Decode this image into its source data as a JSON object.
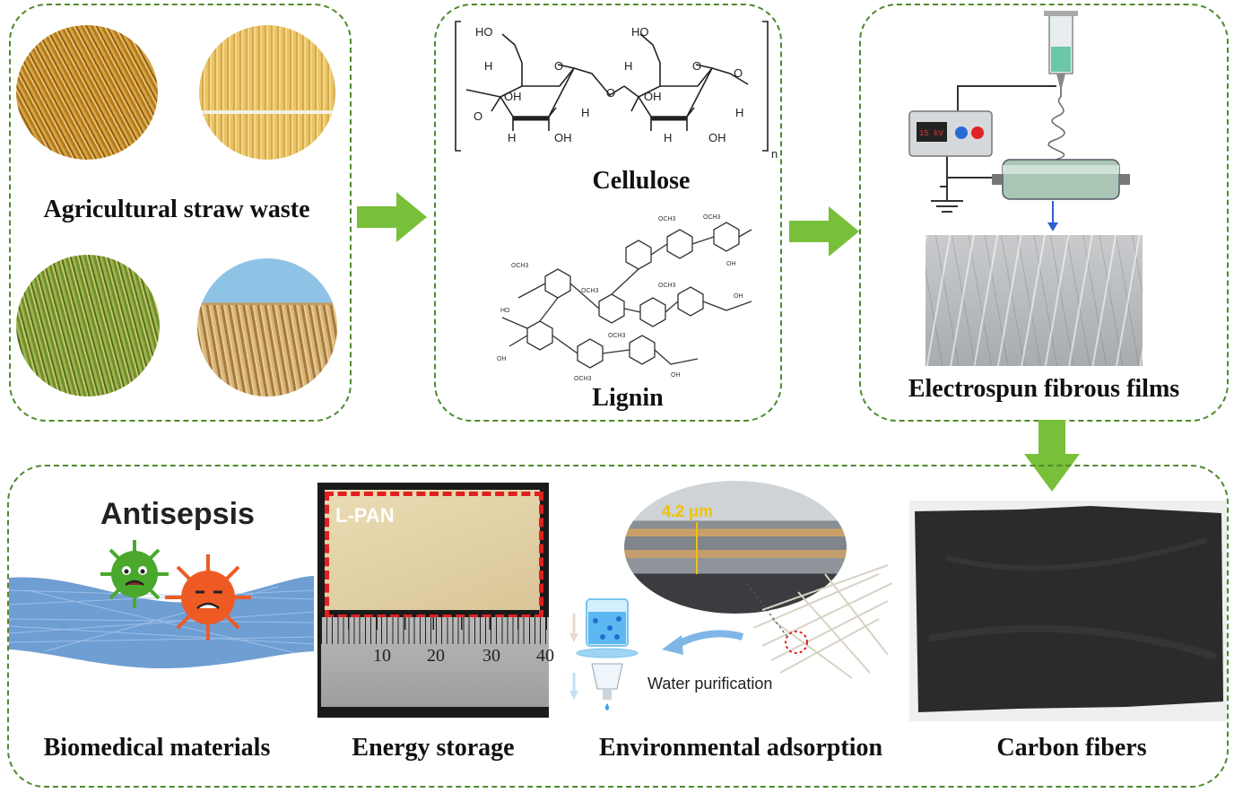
{
  "top": {
    "straw": {
      "caption": "Agricultural straw waste"
    },
    "chem": {
      "cellulose": "Cellulose",
      "lignin": "Lignin",
      "repeat_n": "n",
      "atoms": {
        "ho": "HO",
        "oh": "OH",
        "h": "H",
        "o": "O"
      }
    },
    "electro": {
      "caption": "Electrospun fibrous films",
      "voltage": "15 kV"
    }
  },
  "bottom": {
    "bio": {
      "caption": "Biomedical materials",
      "title": "Antisepsis"
    },
    "energy": {
      "caption": "Energy storage",
      "sample": "L-PAN",
      "ruler_ticks": [
        "10",
        "20",
        "30",
        "40"
      ]
    },
    "env": {
      "caption": "Environmental adsorption",
      "thickness": "4.2 μm",
      "water": "Water purification"
    },
    "carbon": {
      "caption": "Carbon fibers"
    }
  },
  "colors": {
    "dashed_border": "#4f8a2e",
    "arrow": "#78bf3a",
    "virus_green": "#4aa82c",
    "virus_orange": "#ee5a24",
    "fiber_blue": "#6f9ed3",
    "carbon": "#2b2b2b",
    "frame_red": "#e02020",
    "thickness_label": "#f2c200"
  }
}
